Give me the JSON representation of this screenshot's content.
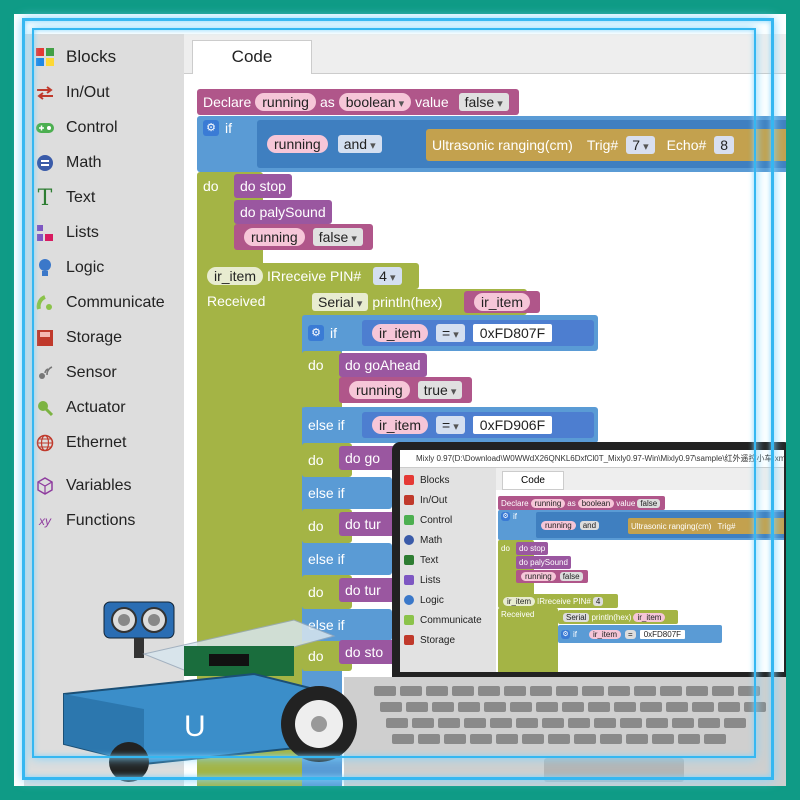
{
  "toolbox": {
    "items": [
      {
        "label": "Blocks",
        "icon": "puzzle-icon"
      },
      {
        "label": "In/Out",
        "icon": "inout-icon"
      },
      {
        "label": "Control",
        "icon": "gamepad-icon"
      },
      {
        "label": "Math",
        "icon": "math-icon"
      },
      {
        "label": "Text",
        "icon": "text-icon"
      },
      {
        "label": "Lists",
        "icon": "lists-icon"
      },
      {
        "label": "Logic",
        "icon": "bulb-icon"
      },
      {
        "label": "Communicate",
        "icon": "communicate-icon"
      },
      {
        "label": "Storage",
        "icon": "storage-icon"
      },
      {
        "label": "Sensor",
        "icon": "sensor-icon"
      },
      {
        "label": "Actuator",
        "icon": "actuator-icon"
      },
      {
        "label": "Ethernet",
        "icon": "globe-icon"
      },
      {
        "label": "Variables",
        "icon": "cube-icon"
      },
      {
        "label": "Functions",
        "icon": "xy-icon"
      }
    ]
  },
  "tabs": {
    "code": "Code"
  },
  "blocks": {
    "declare": {
      "kw": "Declare",
      "var": "running",
      "as": "as",
      "type": "boolean",
      "value_kw": "value",
      "value": "false"
    },
    "if1": {
      "if": "if",
      "var": "running",
      "op": "and",
      "sensor": "Ultrasonic ranging(cm)",
      "trig": "Trig#",
      "trig_val": "7",
      "echo": "Echo#",
      "echo_val": "8"
    },
    "do1": {
      "do": "do",
      "stop": "do   stop",
      "sound": "do   palySound",
      "set_var": "running",
      "set_val": "false"
    },
    "ir": {
      "var": "ir_item",
      "label": "IRreceive PIN#",
      "pin": "4",
      "received": "Received"
    },
    "serial": {
      "name": "Serial",
      "fn": "println(hex)",
      "var": "ir_item"
    },
    "if2": {
      "if": "if",
      "var": "ir_item",
      "op": "=",
      "val": "0xFD807F"
    },
    "do2": {
      "do": "do",
      "ahead": "do   goAhead",
      "set_var": "running",
      "set_val": "true"
    },
    "elseif1": {
      "kw": "else if",
      "var": "ir_item",
      "op": "=",
      "val": "0xFD906F"
    },
    "rows": [
      {
        "kw": "do",
        "proc": "do   go"
      },
      {
        "kw": "else if"
      },
      {
        "kw": "do",
        "proc": "do   tur"
      },
      {
        "kw": "else if"
      },
      {
        "kw": "do",
        "proc": "do   tur"
      },
      {
        "kw": "else if"
      },
      {
        "kw": "do",
        "proc": "do   sto"
      }
    ]
  },
  "laptop": {
    "title": "Mixly 0.97(D:\\Download\\W0WWdX26QNKL6DxfCl0T_Mixly0.97-Win\\Mixly0.97\\sample\\红外遥控小车.xm",
    "items": [
      "Blocks",
      "In/Out",
      "Control",
      "Math",
      "Text",
      "Lists",
      "Logic",
      "Communicate",
      "Storage"
    ],
    "code": "Code",
    "declare": {
      "kw": "Declare",
      "var": "running",
      "as": "as",
      "type": "boolean",
      "value_kw": "value",
      "value": "false"
    },
    "if1": {
      "if": "if",
      "var": "running",
      "op": "and",
      "sensor": "Ultrasonic ranging(cm)",
      "trig": "Trig#"
    },
    "do1": {
      "do": "do",
      "stop": "do   stop",
      "sound": "do   palySound",
      "set_var": "running",
      "set_val": "false"
    },
    "ir": {
      "var": "ir_item",
      "label": "IRreceive PIN#",
      "pin": "4",
      "received": "Received"
    },
    "serial": {
      "name": "Serial",
      "fn": "println(hex)",
      "var": "ir_item"
    },
    "if2": {
      "if": "if",
      "var": "ir_item",
      "op": "=",
      "val": "0xFD807F"
    }
  },
  "robot": {
    "letter": "U"
  },
  "colors": {
    "variables": "#b0568a",
    "control": "#5a9bd5",
    "olive": "#a4b445",
    "sensor": "#c3a14e",
    "procedure": "#9a57a0"
  }
}
